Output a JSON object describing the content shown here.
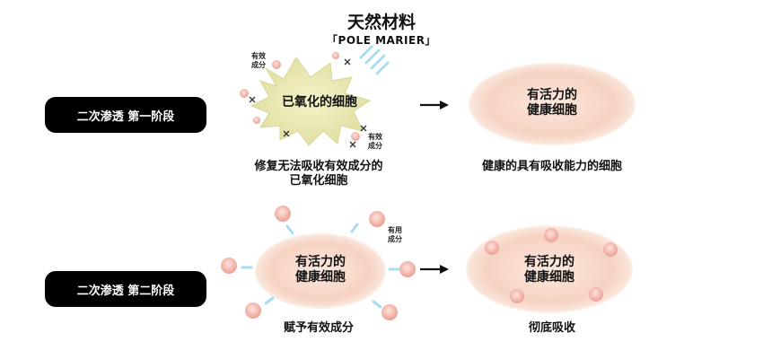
{
  "title": "天然材料",
  "subtitle": "「POLE MARIER」",
  "stage1": {
    "label": "二次渗透  第一阶段",
    "left_cell": "已氧化的细胞",
    "left_caption_line1": "修复无法吸收有效成分的",
    "left_caption_line2": "已氧化细胞",
    "particle_note_a_line1": "有效",
    "particle_note_a_line2": "成分",
    "particle_note_b_line1": "有效",
    "particle_note_b_line2": "成分",
    "right_cell_line1": "有活力的",
    "right_cell_line2": "健康细胞",
    "right_caption": "健康的具有吸收能力的细胞"
  },
  "stage2": {
    "label": "二次渗透  第二阶段",
    "left_cell_line1": "有活力的",
    "left_cell_line2": "健康细胞",
    "particle_note_line1": "有用",
    "particle_note_line2": "成分",
    "left_caption": "赋予有效成分",
    "right_cell_line1": "有活力的",
    "right_cell_line2": "健康细胞",
    "right_caption": "彻底吸收"
  },
  "colors": {
    "cell_fill": "#f8ddd0",
    "cell_edge": "#fbeee6",
    "damaged_cell": "#e8e6b0",
    "particle": "#f2b3a8",
    "ray": "#a9dcf0",
    "label_bg": "#000000"
  }
}
